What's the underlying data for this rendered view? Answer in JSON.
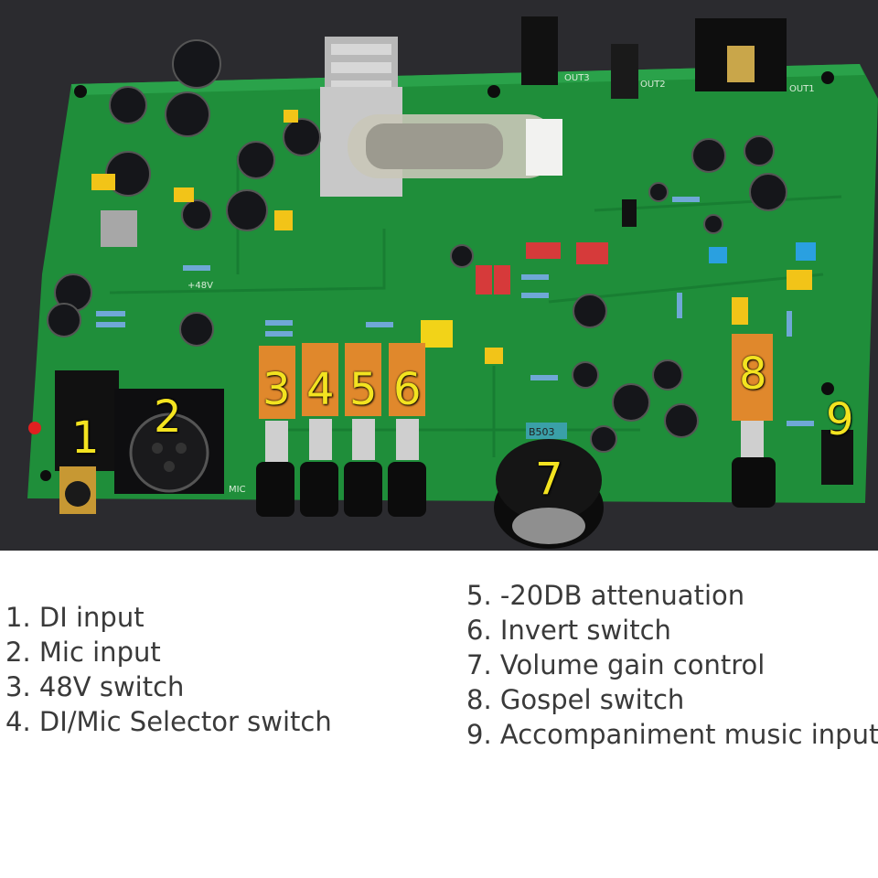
{
  "photo": {
    "callouts": [
      "1",
      "2",
      "3",
      "4",
      "5",
      "6",
      "7",
      "8",
      "9"
    ],
    "board": {
      "out_labels": [
        "OUT3",
        "OUT2",
        "OUT1"
      ],
      "knob_label": "B503",
      "voltage_label": "+48V",
      "side_label": "MIC"
    },
    "colors": {
      "pcb": "#1f8e3a",
      "pcb_dark": "#157030",
      "background": "#2a2a2d",
      "callout": "#f3e320",
      "switch": "#e0882c"
    }
  },
  "legend": {
    "left": [
      "1. DI input",
      "2. Mic input",
      "3. 48V switch",
      "4. DI/Mic Selector switch"
    ],
    "right": [
      "5. -20DB attenuation",
      "6. Invert switch",
      "7. Volume gain control",
      "8. Gospel switch",
      "9. Accompaniment music input"
    ]
  }
}
